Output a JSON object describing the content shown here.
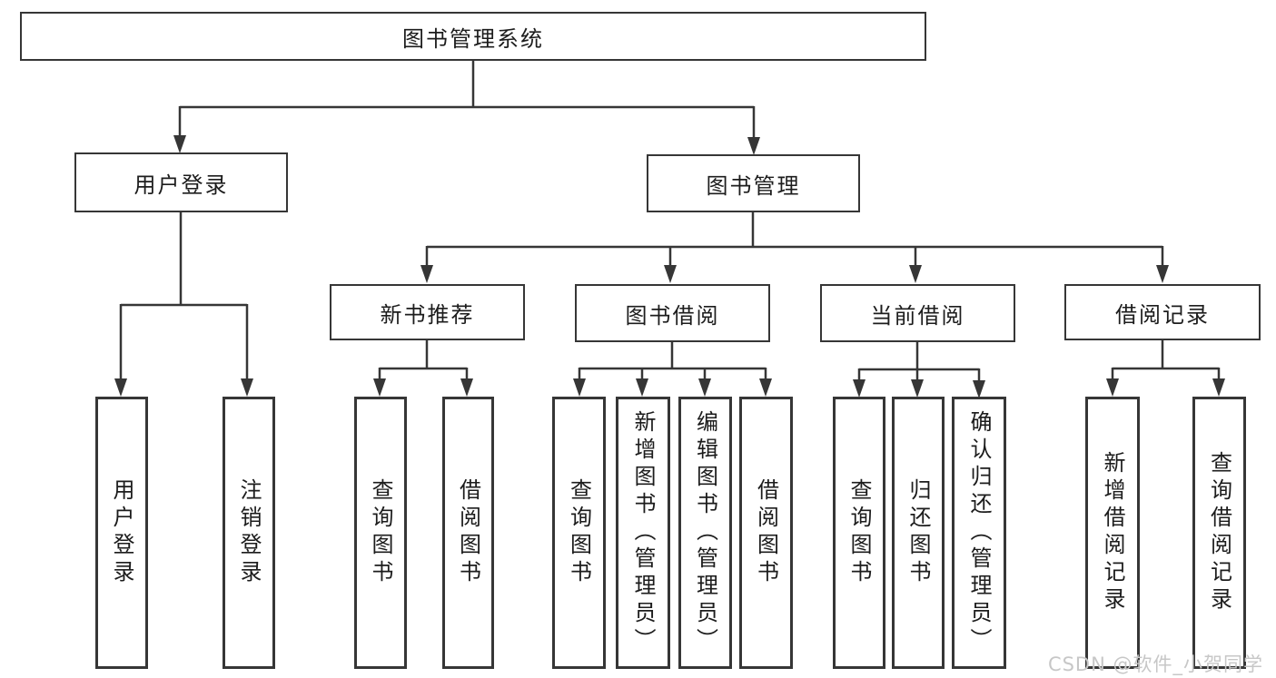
{
  "diagram": {
    "type": "hierarchy-flowchart",
    "colors": {
      "background": "#ffffff",
      "line": "#363636",
      "text": "#1c1c1c",
      "watermark": "#c7c7c7"
    },
    "tree": {
      "label": "图书管理系统",
      "children": [
        {
          "label": "用户登录",
          "children": [
            {
              "label": "用户登录"
            },
            {
              "label": "注销登录"
            }
          ]
        },
        {
          "label": "图书管理",
          "children": [
            {
              "label": "新书推荐",
              "children": [
                {
                  "label": "查询图书"
                },
                {
                  "label": "借阅图书"
                }
              ]
            },
            {
              "label": "图书借阅",
              "children": [
                {
                  "label": "查询图书"
                },
                {
                  "label": "新增图书（管理员）"
                },
                {
                  "label": "编辑图书（管理员）"
                },
                {
                  "label": "借阅图书"
                }
              ]
            },
            {
              "label": "当前借阅",
              "children": [
                {
                  "label": "查询图书"
                },
                {
                  "label": "归还图书"
                },
                {
                  "label": "确认归还（管理员）"
                }
              ]
            },
            {
              "label": "借阅记录",
              "children": [
                {
                  "label": "新增借阅记录"
                },
                {
                  "label": "查询借阅记录"
                }
              ]
            }
          ]
        }
      ]
    },
    "watermark": "CSDN @软件_小贺同学"
  }
}
